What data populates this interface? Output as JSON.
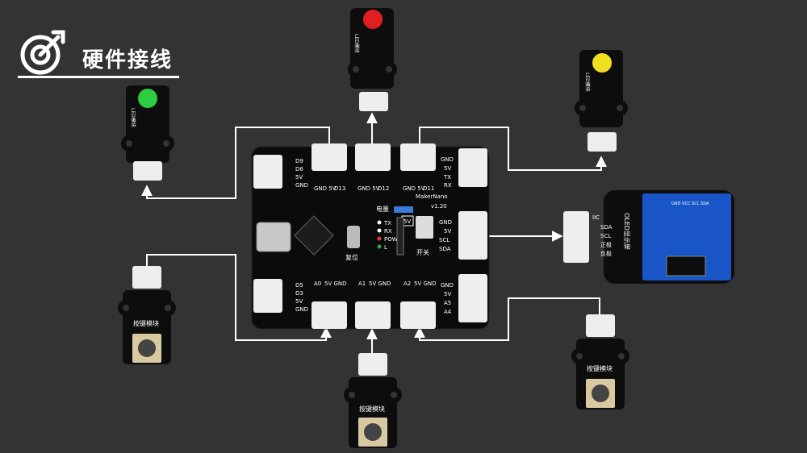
{
  "header": {
    "title": "硬件接线",
    "icon": "wiring-target-icon"
  },
  "board": {
    "name": "MakerNano",
    "version": "v1.20",
    "top_ports": [
      {
        "pins": "GND 5V",
        "signal": "D13"
      },
      {
        "pins": "GND 5V",
        "signal": "D12"
      },
      {
        "pins": "GND 5V",
        "signal": "D11"
      }
    ],
    "bottom_ports": [
      {
        "pins": "5V GND",
        "signal": "A0"
      },
      {
        "pins": "5V GND",
        "signal": "A1"
      },
      {
        "pins": "5V GND",
        "signal": "A2"
      }
    ],
    "left_top_pins": [
      "D9",
      "D6",
      "5V",
      "GND"
    ],
    "left_bottom_pins": [
      "D5",
      "D3",
      "5V",
      "GND"
    ],
    "right_top_pins": [
      "GND",
      "5V",
      "TX",
      "RX"
    ],
    "right_mid_pins": [
      "GND",
      "5V",
      "SCL",
      "SDA"
    ],
    "right_bottom_pins": [
      "GND",
      "5V",
      "A5",
      "A4"
    ],
    "leds": [
      "TX",
      "RX",
      "POW",
      "L"
    ],
    "battery_label": "电量",
    "power_label": "5V",
    "reset_label": "复位",
    "switch_label": "开关"
  },
  "modules": {
    "led_red": {
      "label": "LED模块",
      "color": "#e02020"
    },
    "led_green": {
      "label": "LED模块",
      "color": "#2ecc40"
    },
    "led_yellow": {
      "label": "LED模块",
      "color": "#f0e020"
    },
    "button_left": {
      "label": "按键模块"
    },
    "button_center": {
      "label": "按键模块"
    },
    "button_right": {
      "label": "按键模块"
    },
    "oled": {
      "label": "OLED显示屏",
      "bus": "IIC",
      "pins": [
        "SDA",
        "SCL",
        "正极",
        "负极"
      ],
      "header_pins": "GND VCC SCL SDA",
      "screen_color": "#1a55c8"
    }
  }
}
